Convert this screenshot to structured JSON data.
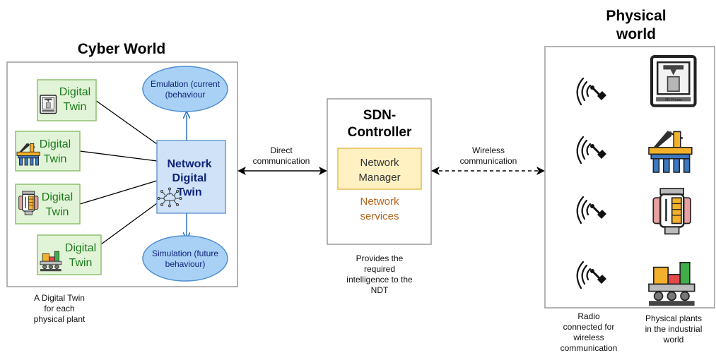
{
  "cyber_world": {
    "title": "Cyber World",
    "caption_lines": [
      "A Digital Twin",
      "for each",
      "physical plant"
    ],
    "digital_twins": [
      {
        "line1": "Digital",
        "line2": "Twin",
        "icon": "3d-printer-icon"
      },
      {
        "line1": "Digital",
        "line2": "Twin",
        "icon": "oil-rig-icon"
      },
      {
        "line1": "Digital",
        "line2": "Twin",
        "icon": "generator-icon"
      },
      {
        "line1": "Digital",
        "line2": "Twin",
        "icon": "factory-conveyor-icon"
      }
    ],
    "network_digital_twin": {
      "lines": [
        "Network",
        "Digital",
        "Twin"
      ],
      "icon": "network-cloud-icon"
    },
    "emulation": {
      "lines": [
        "Emulation (current",
        "(behaviour"
      ]
    },
    "simulation": {
      "lines": [
        "Simulation (future",
        "behaviour)"
      ]
    }
  },
  "direct_link": {
    "lines": [
      "Direct",
      "communication"
    ]
  },
  "sdn": {
    "title_lines": [
      "SDN-",
      "Controller"
    ],
    "network_manager_lines": [
      "Network",
      "Manager"
    ],
    "network_services_lines": [
      "Network",
      "services"
    ],
    "caption_lines": [
      "Provides the",
      "required",
      "intelligence to the",
      "NDT"
    ]
  },
  "wireless_link": {
    "lines": [
      "Wireless",
      "communication"
    ]
  },
  "physical_world": {
    "title_lines": [
      "Physical",
      "world"
    ],
    "radio_icons": [
      "radio-antenna-icon",
      "radio-antenna-icon",
      "radio-antenna-icon",
      "radio-antenna-icon"
    ],
    "plants": [
      {
        "icon": "3d-printer-icon",
        "label": "3D Printer"
      },
      {
        "icon": "oil-rig-icon"
      },
      {
        "icon": "generator-icon"
      },
      {
        "icon": "factory-conveyor-icon"
      }
    ],
    "radio_caption_lines": [
      "Radio",
      "connected for",
      "wireless",
      "communication"
    ],
    "plants_caption_lines": [
      "Physical plants",
      "in the industrial",
      "world"
    ]
  },
  "colors": {
    "digital_twin_fill": "#e2f4d8",
    "digital_twin_stroke": "#8fbf6f",
    "ndt_fill": "#cfe2f7",
    "ndt_stroke": "#6c9bd2",
    "ellipse_fill": "#a9d1f5",
    "ellipse_stroke": "#4f8fd0",
    "network_manager_fill": "#fff1c2",
    "network_manager_stroke": "#e6bb53"
  }
}
